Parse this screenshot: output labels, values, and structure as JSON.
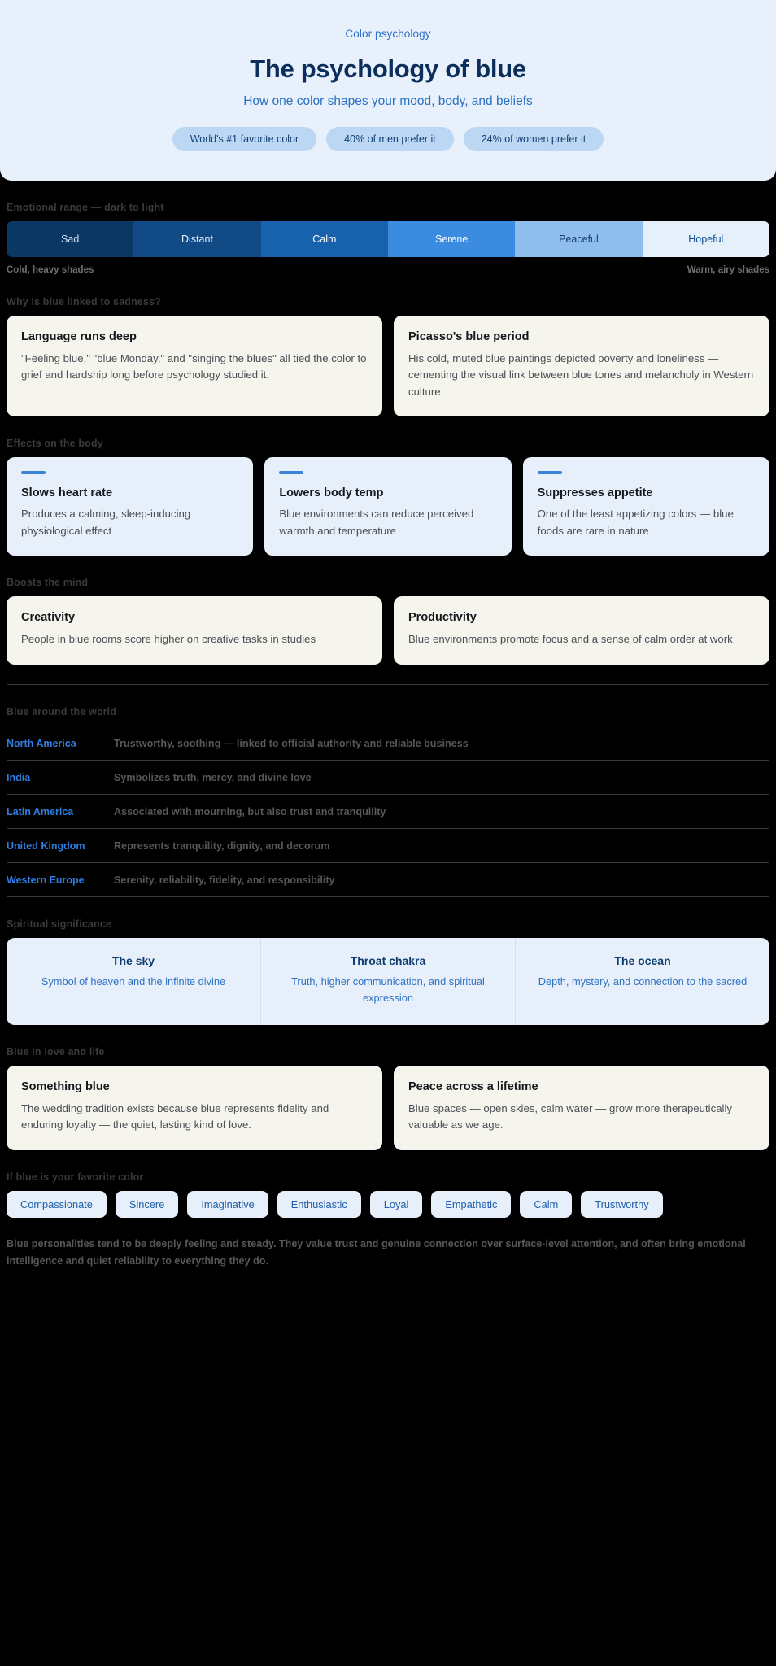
{
  "hero": {
    "eyebrow": "Color psychology",
    "title": "The psychology of blue",
    "subtitle": "How one color shapes your mood, body, and beliefs",
    "badges": [
      "World's #1 favorite color",
      "40% of men prefer it",
      "24% of women prefer it"
    ]
  },
  "colors": {
    "hero_bg": "#e8f1fb",
    "accent_blue": "#3b82d6",
    "deep_navy": "#0c2e5c",
    "card_cream": "#f5f4ed",
    "card_blue": "#e6effa",
    "page_bg": "#000000"
  },
  "spectrum": {
    "heading": "Emotional range — dark to light",
    "left_caption": "Cold, heavy shades",
    "right_caption": "Warm, airy shades",
    "cells": [
      {
        "label": "Sad",
        "bg": "#0b3765",
        "fg": "#cfe1f5"
      },
      {
        "label": "Distant",
        "bg": "#114a85",
        "fg": "#eaf2fb"
      },
      {
        "label": "Calm",
        "bg": "#1862ad",
        "fg": "#ffffff"
      },
      {
        "label": "Serene",
        "bg": "#3b8ce0",
        "fg": "#ffffff"
      },
      {
        "label": "Peaceful",
        "bg": "#8fbdec",
        "fg": "#123f73"
      },
      {
        "label": "Hopeful",
        "bg": "#e6f0fb",
        "fg": "#12508f"
      }
    ]
  },
  "sadness": {
    "heading": "Why is blue linked to sadness?",
    "cards": [
      {
        "title": "Language runs deep",
        "body": "\"Feeling blue,\" \"blue Monday,\" and \"singing the blues\" all tied the color to grief and hardship long before psychology studied it."
      },
      {
        "title": "Picasso's blue period",
        "body": "His cold, muted blue paintings depicted poverty and loneliness — cementing the visual link between blue tones and melancholy in Western culture."
      }
    ]
  },
  "body_effects": {
    "heading": "Effects on the body",
    "cards": [
      {
        "title": "Slows heart rate",
        "body": "Produces a calming, sleep-inducing physiological effect"
      },
      {
        "title": "Lowers body temp",
        "body": "Blue environments can reduce perceived warmth and temperature"
      },
      {
        "title": "Suppresses appetite",
        "body": "One of the least appetizing colors — blue foods are rare in nature"
      }
    ]
  },
  "mind": {
    "heading": "Boosts the mind",
    "cards": [
      {
        "title": "Creativity",
        "body": "People in blue rooms score higher on creative tasks in studies"
      },
      {
        "title": "Productivity",
        "body": "Blue environments promote focus and a sense of calm order at work"
      }
    ]
  },
  "world": {
    "heading": "Blue around the world",
    "rows": [
      {
        "region": "North America",
        "meaning": "Trustworthy, soothing — linked to official authority and reliable business"
      },
      {
        "region": "India",
        "meaning": "Symbolizes truth, mercy, and divine love"
      },
      {
        "region": "Latin America",
        "meaning": "Associated with mourning, but also trust and tranquility"
      },
      {
        "region": "United Kingdom",
        "meaning": "Represents tranquility, dignity, and decorum"
      },
      {
        "region": "Western Europe",
        "meaning": "Serenity, reliability, fidelity, and responsibility"
      }
    ]
  },
  "spiritual": {
    "heading": "Spiritual significance",
    "cells": [
      {
        "title": "The sky",
        "body": "Symbol of heaven and the infinite divine"
      },
      {
        "title": "Throat chakra",
        "body": "Truth, higher communication, and spiritual expression"
      },
      {
        "title": "The ocean",
        "body": "Depth, mystery, and connection to the sacred"
      }
    ]
  },
  "love": {
    "heading": "Blue in love and life",
    "cards": [
      {
        "title": "Something blue",
        "body": "The wedding tradition exists because blue represents fidelity and enduring loyalty — the quiet, lasting kind of love."
      },
      {
        "title": "Peace across a lifetime",
        "body": "Blue spaces — open skies, calm water — grow more therapeutically valuable as we age."
      }
    ]
  },
  "personality": {
    "heading": "If blue is your favorite color",
    "traits": [
      "Compassionate",
      "Sincere",
      "Imaginative",
      "Enthusiastic",
      "Loyal",
      "Empathetic",
      "Calm",
      "Trustworthy"
    ],
    "closing": "Blue personalities tend to be deeply feeling and steady. They value trust and genuine connection over surface-level attention, and often bring emotional intelligence and quiet reliability to everything they do."
  }
}
